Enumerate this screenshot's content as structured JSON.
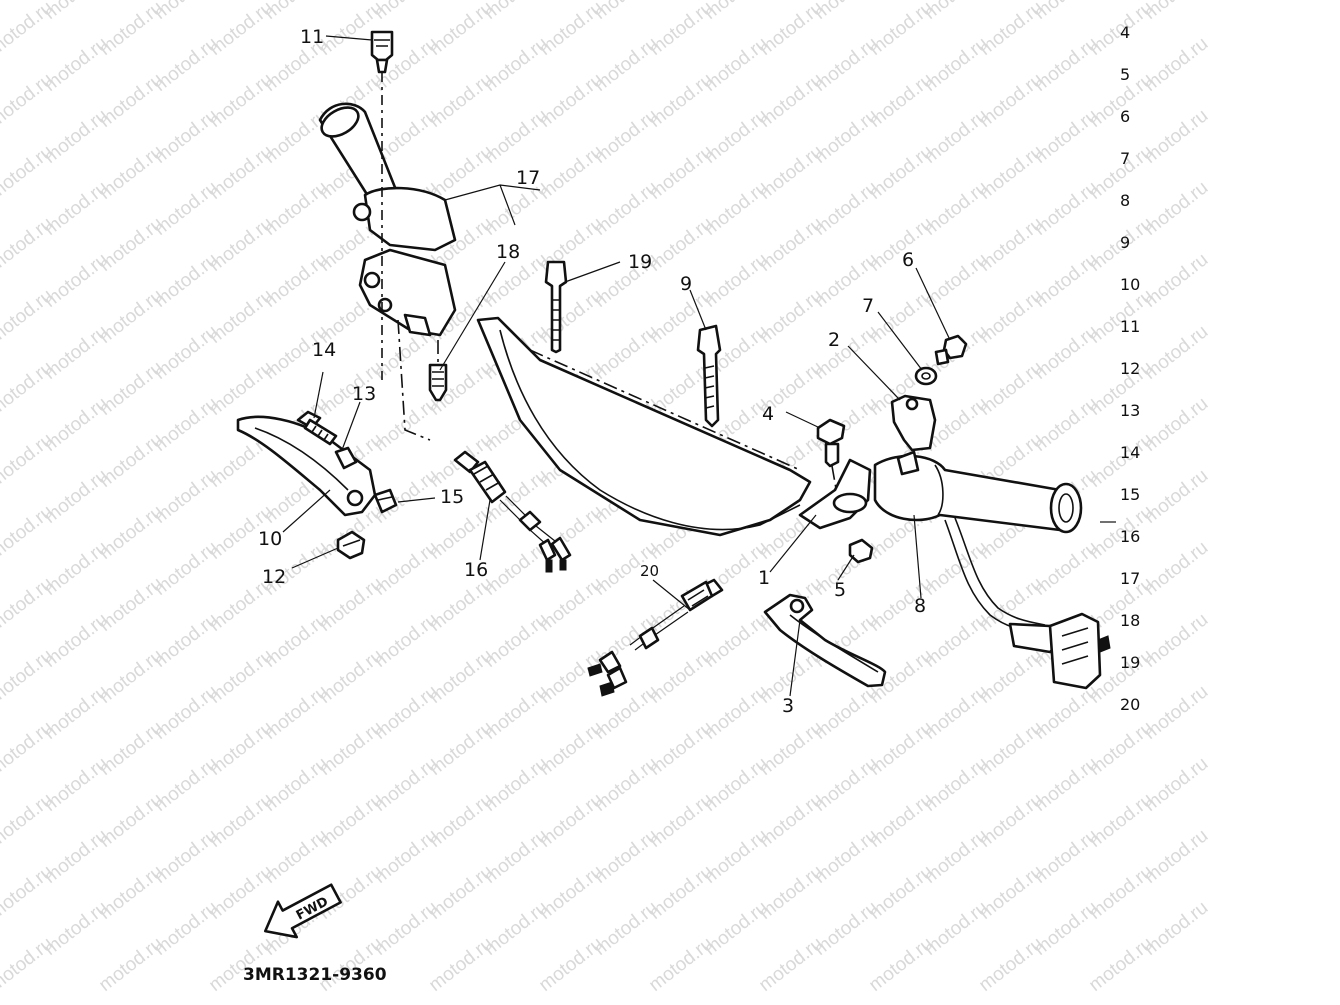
{
  "diagram": {
    "watermark": "motod.ru",
    "drawing_code": "3MR1321-9360",
    "fwd_label": "FWD",
    "callouts": {
      "c1": "1",
      "c2": "2",
      "c3": "3",
      "c4": "4",
      "c5": "5",
      "c6": "6",
      "c7": "7",
      "c8": "8",
      "c9": "9",
      "c10": "10",
      "c11": "11",
      "c12": "12",
      "c13": "13",
      "c14": "14",
      "c15": "15",
      "c16": "16",
      "c17": "17",
      "c18": "18",
      "c19": "19",
      "c20": "20"
    },
    "right_column": [
      "4",
      "5",
      "6",
      "7",
      "8",
      "9",
      "10",
      "11",
      "12",
      "13",
      "14",
      "15",
      "16",
      "17",
      "18",
      "19",
      "20"
    ]
  }
}
